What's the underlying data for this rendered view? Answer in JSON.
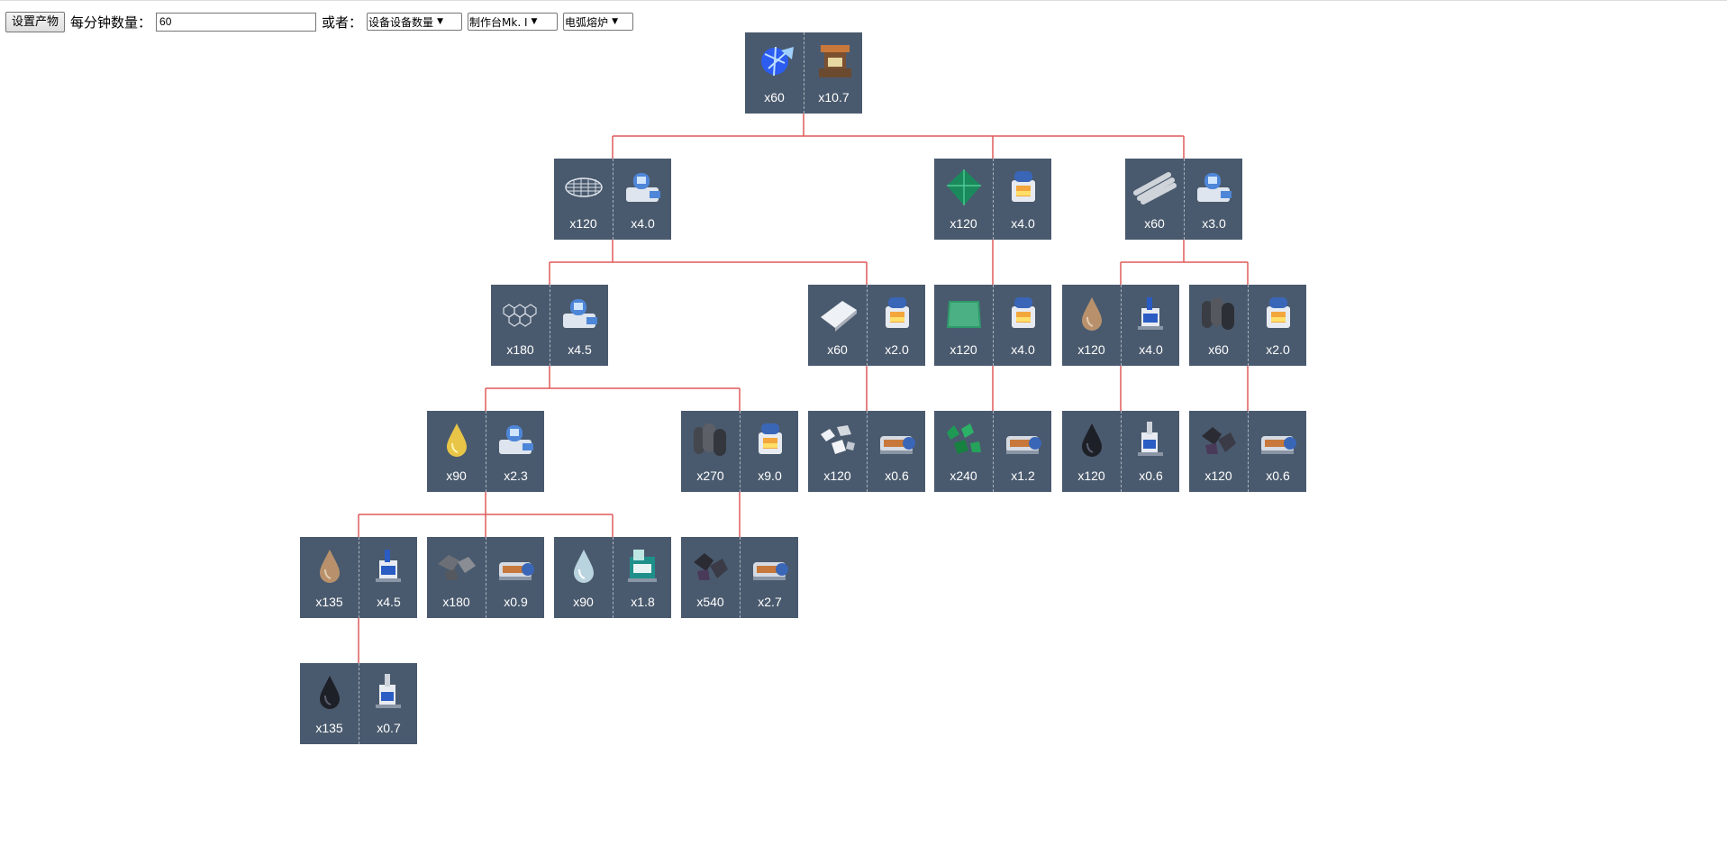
{
  "toolbar": {
    "set_button_label": "设置产物",
    "rate_label": "每分钟数量：",
    "rate_value": "60",
    "or_label": "或者：",
    "select_mode": "设备设备数量",
    "select_assembler": "制作台Mk. I",
    "select_smelter": "电弧熔炉"
  },
  "tree": {
    "line_color": "#e05a5a",
    "node_color": "#4a5a6e",
    "nodes": [
      {
        "id": "root",
        "parent": null,
        "item_icon": "energy-cell-icon",
        "item_count": "x60",
        "machine_icon": "matrix-lab-icon",
        "machine_count": "x10.7"
      },
      {
        "id": "n1",
        "parent": "root",
        "item_icon": "carbon-nanotube-icon",
        "item_count": "x120",
        "machine_icon": "chemical-plant-icon",
        "machine_count": "x4.0"
      },
      {
        "id": "n2",
        "parent": "root",
        "item_icon": "crystal-icon",
        "item_count": "x120",
        "machine_icon": "smelter-icon",
        "machine_count": "x4.0"
      },
      {
        "id": "n3",
        "parent": "root",
        "item_icon": "titanium-alloy-icon",
        "item_count": "x60",
        "machine_icon": "chemical-plant-icon",
        "machine_count": "x3.0"
      },
      {
        "id": "n4",
        "parent": "n1",
        "item_icon": "graphene-icon",
        "item_count": "x180",
        "machine_icon": "chemical-plant-icon",
        "machine_count": "x4.5"
      },
      {
        "id": "n5",
        "parent": "n1",
        "item_icon": "titanium-ingot-icon",
        "item_count": "x60",
        "machine_icon": "smelter-icon",
        "machine_count": "x2.0"
      },
      {
        "id": "n6",
        "parent": "n2",
        "item_icon": "glass-icon",
        "item_count": "x120",
        "machine_icon": "smelter-icon",
        "machine_count": "x4.0"
      },
      {
        "id": "n7",
        "parent": "n3",
        "item_icon": "refined-oil-icon",
        "item_count": "x120",
        "machine_icon": "oil-refinery-icon",
        "machine_count": "x4.0"
      },
      {
        "id": "n8",
        "parent": "n3",
        "item_icon": "graphite-icon",
        "item_count": "x60",
        "machine_icon": "smelter-icon",
        "machine_count": "x2.0"
      },
      {
        "id": "n9",
        "parent": "n4",
        "item_icon": "hydrogen-drop-icon",
        "item_count": "x90",
        "machine_icon": "chemical-plant-icon",
        "machine_count": "x2.3"
      },
      {
        "id": "n10",
        "parent": "n4",
        "item_icon": "graphite-bars-icon",
        "item_count": "x270",
        "machine_icon": "smelter-icon",
        "machine_count": "x9.0"
      },
      {
        "id": "n11",
        "parent": "n5",
        "item_icon": "titanium-ore-icon",
        "item_count": "x120",
        "machine_icon": "mining-drill-icon",
        "machine_count": "x0.6"
      },
      {
        "id": "n12",
        "parent": "n6",
        "item_icon": "stone-ore-icon",
        "item_count": "x240",
        "machine_icon": "mining-drill-icon",
        "machine_count": "x1.2"
      },
      {
        "id": "n13",
        "parent": "n7",
        "item_icon": "crude-oil-icon",
        "item_count": "x120",
        "machine_icon": "oil-extractor-icon",
        "machine_count": "x0.6"
      },
      {
        "id": "n14",
        "parent": "n8",
        "item_icon": "coal-icon",
        "item_count": "x120",
        "machine_icon": "mining-drill-icon",
        "machine_count": "x0.6"
      },
      {
        "id": "n15",
        "parent": "n9",
        "item_icon": "refined-oil-icon",
        "item_count": "x135",
        "machine_icon": "oil-refinery-icon",
        "machine_count": "x4.5"
      },
      {
        "id": "n16",
        "parent": "n9",
        "item_icon": "iron-ore-icon",
        "item_count": "x180",
        "machine_icon": "mining-drill-icon",
        "machine_count": "x0.9"
      },
      {
        "id": "n17",
        "parent": "n9",
        "item_icon": "water-drop-icon",
        "item_count": "x90",
        "machine_icon": "water-pump-icon",
        "machine_count": "x1.8"
      },
      {
        "id": "n18",
        "parent": "n10",
        "item_icon": "coal-icon",
        "item_count": "x540",
        "machine_icon": "mining-drill-icon",
        "machine_count": "x2.7"
      },
      {
        "id": "n19",
        "parent": "n15",
        "item_icon": "crude-oil-icon",
        "item_count": "x135",
        "machine_icon": "oil-extractor-icon",
        "machine_count": "x0.7"
      }
    ]
  }
}
